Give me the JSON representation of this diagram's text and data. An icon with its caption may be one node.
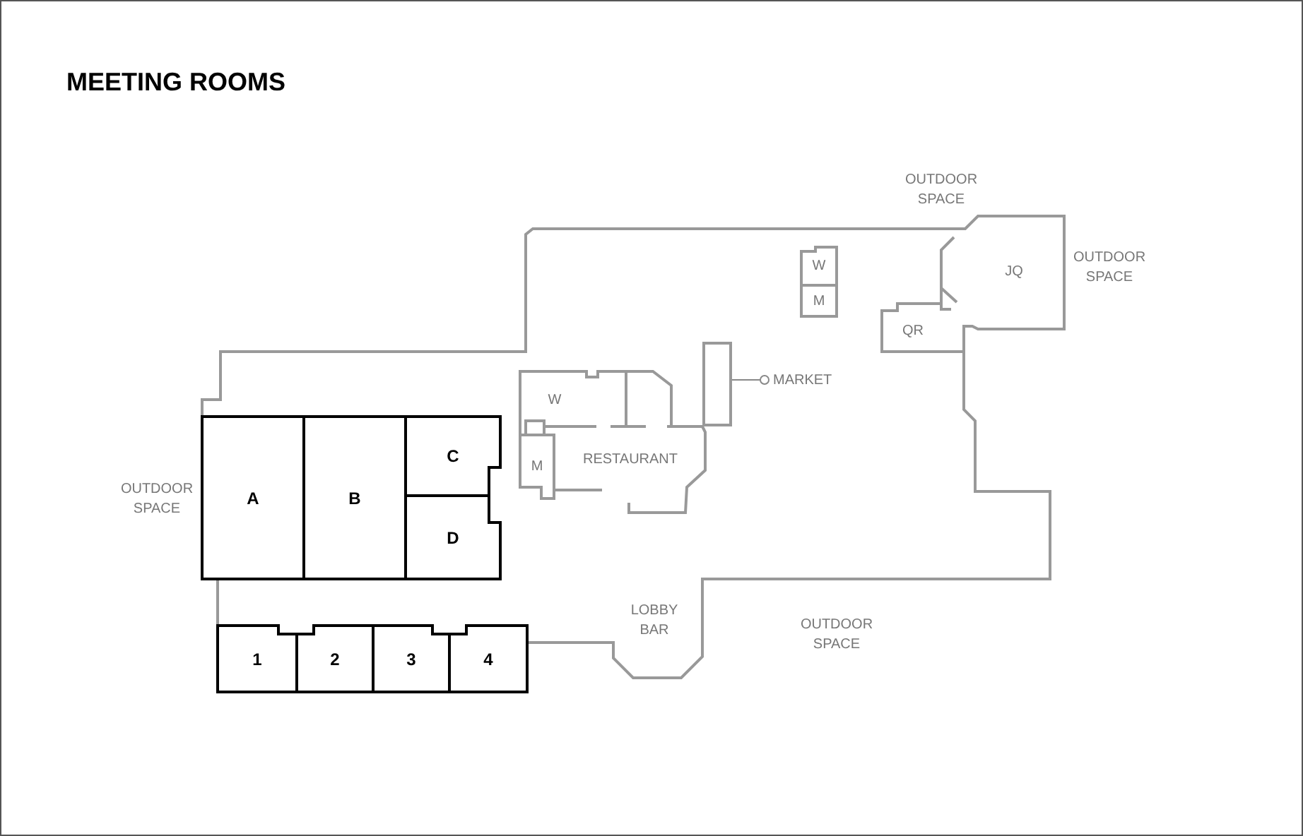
{
  "diagram": {
    "title": "MEETING ROOMS",
    "nodes": [
      {
        "text": [
          "W"
        ]
      },
      {
        "text": [
          "M"
        ]
      },
      {
        "text": [
          "JQ"
        ]
      },
      {
        "text": [
          "QR"
        ]
      },
      {
        "text": [],
        "shape": "box"
      },
      {
        "text": [
          "MARKET"
        ]
      },
      {
        "text": [
          "W"
        ]
      },
      {
        "text": [
          "M"
        ]
      },
      {
        "text": [
          "RESTAURANT"
        ]
      },
      {
        "text": [
          "C"
        ]
      },
      {
        "text": [
          "A"
        ]
      },
      {
        "text": [
          "B"
        ]
      },
      {
        "text": [
          "D"
        ]
      },
      {
        "text": [
          "1"
        ]
      },
      {
        "text": [
          "2"
        ]
      },
      {
        "text": [
          "3"
        ]
      },
      {
        "text": [
          "4"
        ]
      }
    ],
    "edges": [
      {
        "from": 5,
        "to": 4,
        "arrow": "other"
      }
    ],
    "labels": [
      "OUTDOOR SPACE",
      "OUTDOOR SPACE",
      "OUTDOOR SPACE",
      "LOBBY BAR",
      "OUTDOOR SPACE"
    ]
  }
}
